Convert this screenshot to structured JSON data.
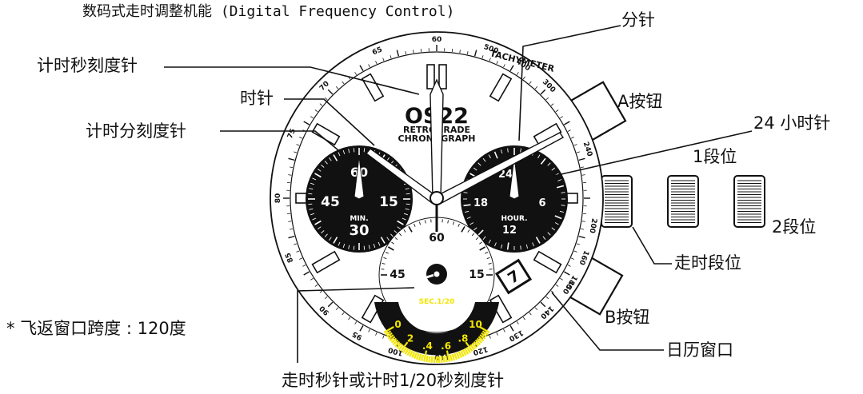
{
  "header": {
    "title": "数码式走时调整机能 (Digital Frequency Control)"
  },
  "labels": {
    "minute_hand": "分针",
    "chrono_second_hand": "计时秒刻度针",
    "hour_hand": "时针",
    "chrono_minute_hand": "计时分刻度针",
    "button_a": "A按钮",
    "hour24_hand": "24 小时针",
    "crown_pos1": "1段位",
    "crown_pos2": "2段位",
    "crown_run": "走时段位",
    "button_b": "B按钮",
    "date_window": "日历窗口",
    "retro_span": "* 飞返窗口跨度 : 120度",
    "second_hand": "走时秒针或计时1/20秒刻度针"
  },
  "dial": {
    "brand": "OS22",
    "line1": "RETROGRADE",
    "line2": "CHRONOGRAPH",
    "bezel_title": "TACHYMETER",
    "bezel_numbers": [
      "60",
      "65",
      "70",
      "75",
      "80",
      "85",
      "90",
      "95",
      "100",
      "110",
      "120",
      "130",
      "140",
      "150",
      "160",
      "180",
      "200",
      "240",
      "300",
      "400",
      "500"
    ],
    "minute_sub": {
      "top": "60",
      "left": "45",
      "right": "15",
      "bottom": "30",
      "label": "MIN."
    },
    "hour_sub": {
      "top": "24",
      "left": "18",
      "right": "6",
      "bottom": "12",
      "label": "HOUR."
    },
    "second_sub": {
      "top": "60",
      "left": "45",
      "right": "15"
    },
    "retro": {
      "label": "SEC.1/20",
      "scale": [
        "0",
        "2",
        ".4",
        ".6",
        ".8",
        "10"
      ]
    },
    "date": "7"
  }
}
